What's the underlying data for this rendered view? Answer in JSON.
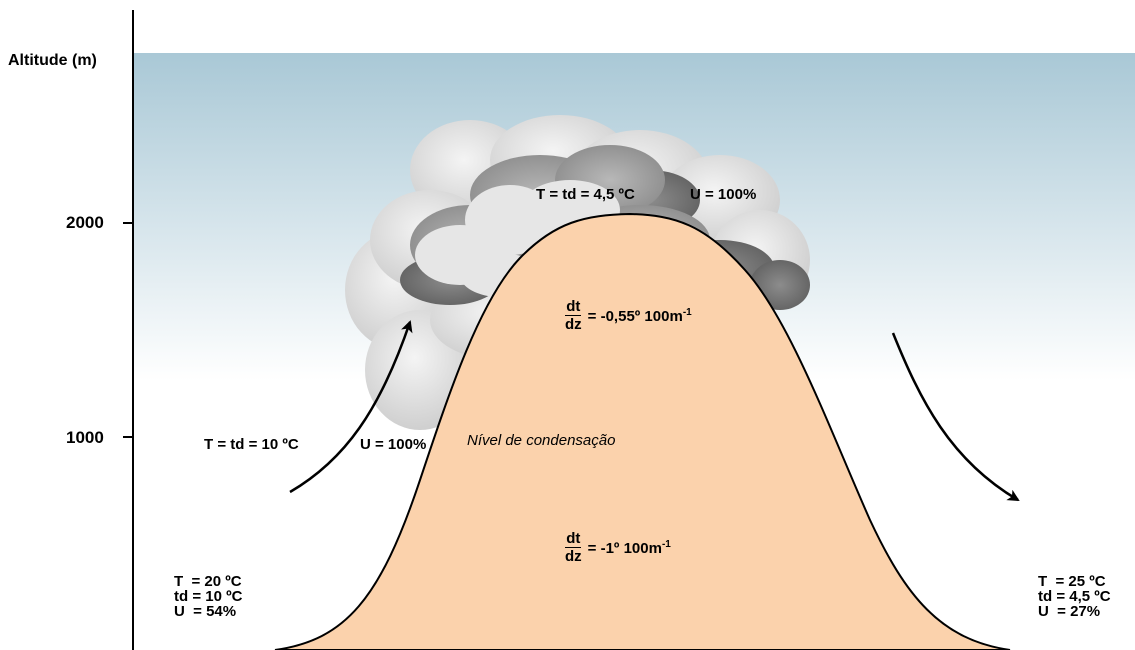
{
  "axis": {
    "label": "Altitude (m)",
    "ticks": [
      "2000",
      "1000"
    ]
  },
  "cloud_top": {
    "temp_dew": "T = td = 4,5 ºC",
    "humidity": "U = 100%"
  },
  "condensation": {
    "temp_dew": "T = td = 10 ºC",
    "humidity": "U = 100%",
    "level_label": "Nível de condensação"
  },
  "gradient_upper": {
    "numerator": "dt",
    "denominator": "dz",
    "value": "= -0,55º 100m",
    "exponent": "-1"
  },
  "gradient_lower": {
    "numerator": "dt",
    "denominator": "dz",
    "value": "= -1º 100m",
    "exponent": "-1"
  },
  "windward_base": {
    "line1": "T  = 20 ºC",
    "line2": "td = 10 ºC",
    "line3": "U  = 54%"
  },
  "leeward_base": {
    "line1": "T  = 25 ºC",
    "line2": "td = 4,5 ºC",
    "line3": "U  = 27%"
  },
  "colors": {
    "sky_top": "#a9c8d6",
    "sky_bottom": "#ffffff",
    "mountain": "#fbd2ac",
    "cloud_light": "#d8d8d8",
    "cloud_dark": "#6e6e6e"
  }
}
